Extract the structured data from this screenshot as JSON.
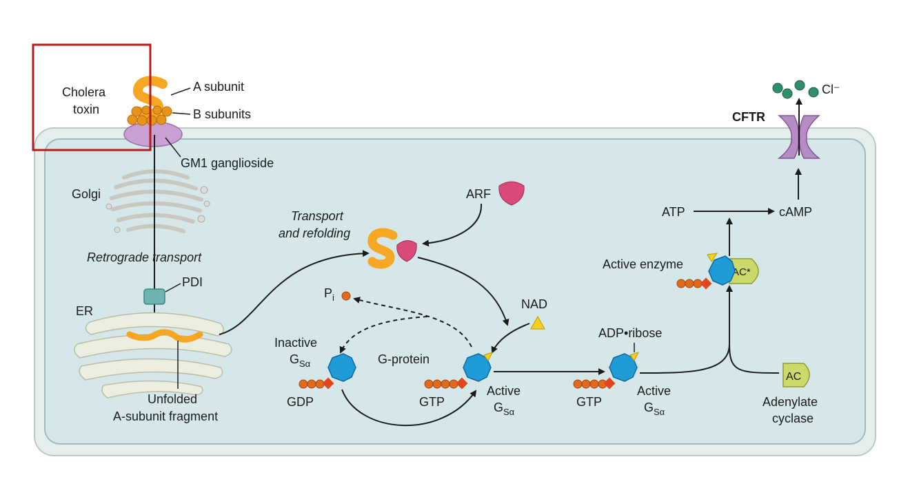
{
  "labels": {
    "cholera_toxin_line1": "Cholera",
    "cholera_toxin_line2": "toxin",
    "a_subunit": "A subunit",
    "b_subunits": "B subunits",
    "gm1": "GM1 ganglioside",
    "golgi": "Golgi",
    "retrograde": "Retrograde transport",
    "pdi": "PDI",
    "er": "ER",
    "unfolded_line1": "Unfolded",
    "unfolded_line2": "A-subunit fragment",
    "transport_line1": "Transport",
    "transport_line2": "and refolding",
    "arf": "ARF",
    "pi_main": "P",
    "pi_sub": "i",
    "nad": "NAD",
    "inactive": "Inactive",
    "g_main": "G",
    "g_sub": "Sα",
    "gdp": "GDP",
    "g_protein": "G-protein",
    "gtp": "GTP",
    "active": "Active",
    "adp_ribose": "ADP•ribose",
    "active_enzyme": "Active enzyme",
    "ac_star": "AC*",
    "ac": "AC",
    "adenylate_line1": "Adenylate",
    "adenylate_line2": "cyclase",
    "atp": "ATP",
    "camp": "cAMP",
    "cftr": "CFTR",
    "cl": "Cl⁻"
  },
  "colors": {
    "cell_outer": "#e3eeec",
    "cell_inner": "#d6e8ea",
    "toxin": "#f5a623",
    "b_subunit": "#e8941a",
    "gm1": "#c9a0d4",
    "arf": "#d94a79",
    "g_protein": "#1f9bd8",
    "orange_beads": "#e06a1e",
    "diamond": "#e0451e",
    "nad": "#f5d21a",
    "ac": "#cdd96a",
    "cftr": "#b58cc4",
    "chloride": "#2e8f6a",
    "highlight_box": "#b01e1e"
  }
}
